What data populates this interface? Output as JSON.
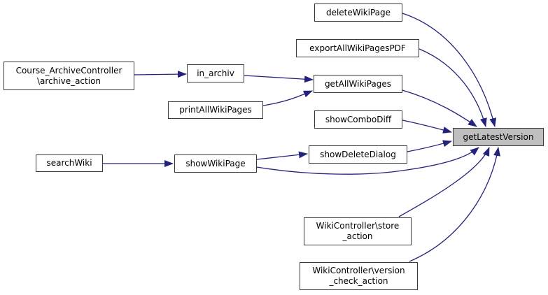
{
  "diagram": {
    "type": "call-graph",
    "colors": {
      "bg": "#ffffff",
      "edge": "#23237d",
      "node_border": "#3a3a3a",
      "node_fill": "#ffffff",
      "highlight": "#bfbfbf",
      "text": "#000000"
    }
  },
  "nodes": [
    {
      "id": "course-archive-action",
      "lines": [
        "Course_ArchiveController",
        "\\archive_action"
      ]
    },
    {
      "id": "in-archiv",
      "lines": [
        "in_archiv"
      ]
    },
    {
      "id": "printAllWikiPages",
      "lines": [
        "printAllWikiPages"
      ]
    },
    {
      "id": "searchWiki",
      "lines": [
        "searchWiki"
      ]
    },
    {
      "id": "showWikiPage",
      "lines": [
        "showWikiPage"
      ]
    },
    {
      "id": "deleteWikiPage",
      "lines": [
        "deleteWikiPage"
      ]
    },
    {
      "id": "exportAllWikiPagesPDF",
      "lines": [
        "exportAllWikiPagesPDF"
      ]
    },
    {
      "id": "getAllWikiPages",
      "lines": [
        "getAllWikiPages"
      ]
    },
    {
      "id": "showComboDiff",
      "lines": [
        "showComboDiff"
      ]
    },
    {
      "id": "showDeleteDialog",
      "lines": [
        "showDeleteDialog"
      ]
    },
    {
      "id": "wikicontroller-store-action",
      "lines": [
        "WikiController\\store",
        "_action"
      ]
    },
    {
      "id": "wikicontroller-version-check-action",
      "lines": [
        "WikiController\\version",
        "_check_action"
      ]
    },
    {
      "id": "getLatestVersion",
      "lines": [
        "getLatestVersion"
      ],
      "highlighted": true
    }
  ],
  "edges": [
    {
      "from": "Course_ArchiveController\\archive_action",
      "to": "in_archiv"
    },
    {
      "from": "in_archiv",
      "to": "getAllWikiPages"
    },
    {
      "from": "printAllWikiPages",
      "to": "getAllWikiPages"
    },
    {
      "from": "deleteWikiPage",
      "to": "getLatestVersion"
    },
    {
      "from": "exportAllWikiPagesPDF",
      "to": "getLatestVersion"
    },
    {
      "from": "getAllWikiPages",
      "to": "getLatestVersion"
    },
    {
      "from": "showComboDiff",
      "to": "getLatestVersion"
    },
    {
      "from": "showDeleteDialog",
      "to": "getLatestVersion"
    },
    {
      "from": "searchWiki",
      "to": "showWikiPage"
    },
    {
      "from": "showWikiPage",
      "to": "showDeleteDialog"
    },
    {
      "from": "showWikiPage",
      "to": "getLatestVersion"
    },
    {
      "from": "WikiController\\store_action",
      "to": "getLatestVersion"
    },
    {
      "from": "WikiController\\version_check_action",
      "to": "getLatestVersion"
    }
  ]
}
